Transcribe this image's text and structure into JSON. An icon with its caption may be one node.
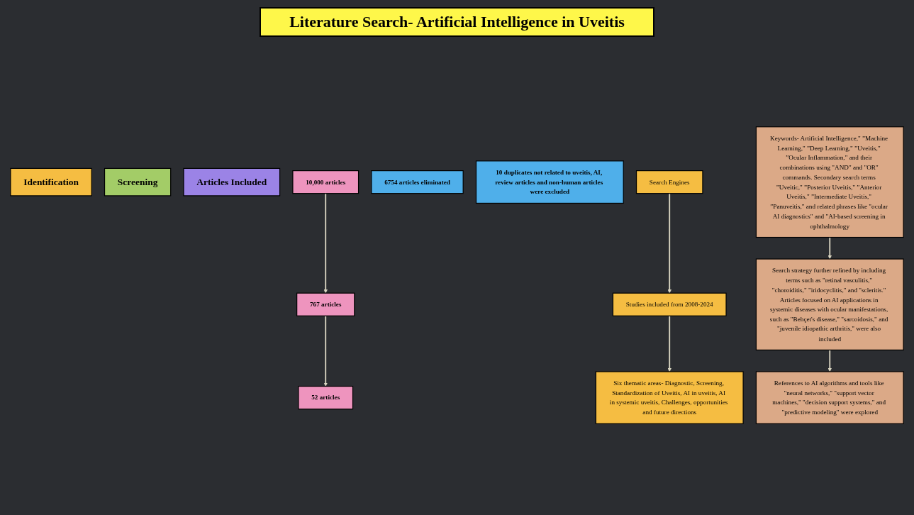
{
  "diagram": {
    "title": "Literature Search- Artificial Intelligence in Uveitis",
    "nodes": [
      {
        "text": [
          "Identification"
        ]
      },
      {
        "text": [
          "Screening"
        ]
      },
      {
        "text": [
          "Articles Included"
        ]
      },
      {
        "text": [
          "10,000 articles"
        ]
      },
      {
        "text": [
          "6754 articles eliminated"
        ]
      },
      {
        "text": [
          "767 articles"
        ]
      },
      {
        "text": [
          "10 duplicates not related to uveitis, AI, review articles and non-human articles were excluded"
        ]
      },
      {
        "text": [
          "52 articles"
        ]
      },
      {
        "text": [
          "Search Engines"
        ]
      },
      {
        "text": [
          "Studies included from 2008-2024"
        ]
      },
      {
        "text": [
          "Six thematic areas- Diagnostic, Screening, Standardization of Uveitis, AI in uveitis, AI in systemic uveitis, Challenges, opportunities and future directions"
        ]
      },
      {
        "text": [
          "Keywords- Artificial Intelligence,\" ”Machine Learning,\" ”Deep Learning,\" ”Uveitis,\" ”Ocular Inflammation,\" and their combinations using \"AND\" and \"OR\" commands. Secondary search terms ”Uveitic,\" ”Posterior Uveitis,\" ”Anterior Uveitis,\" ”Intermediate Uveitis,\" ”Panuveitis,\" and related phrases like \"ocular AI diagnostics\" and \"AI-based screening in ophthalmology"
        ]
      },
      {
        "text": [
          "Search strategy further refined by including terms such as \"retinal vasculitis,\" \"choroiditis,\" \"iridocyclitis,\" and \"scleritis.\" Articles focused on AI applications in systemic diseases with ocular manifestations, such as \"Behçet's disease,\" \"sarcoidosis,\" and \"juvenile idiopathic arthritis,\" were also included"
        ]
      },
      {
        "text": [
          "References to AI algorithms and tools like \"neural networks,\" \"support vector machines,\" \"decision support systems,\" and \"predictive modeling\" were explored"
        ]
      }
    ],
    "edges": [
      {
        "from": 3,
        "to": 5,
        "arrow": "to"
      },
      {
        "from": 5,
        "to": 7,
        "arrow": "to"
      },
      {
        "from": 8,
        "to": 9,
        "arrow": "to"
      },
      {
        "from": 9,
        "to": 10,
        "arrow": "to"
      },
      {
        "from": 11,
        "to": 12,
        "arrow": "to"
      },
      {
        "from": 12,
        "to": 13,
        "arrow": "to"
      }
    ]
  }
}
